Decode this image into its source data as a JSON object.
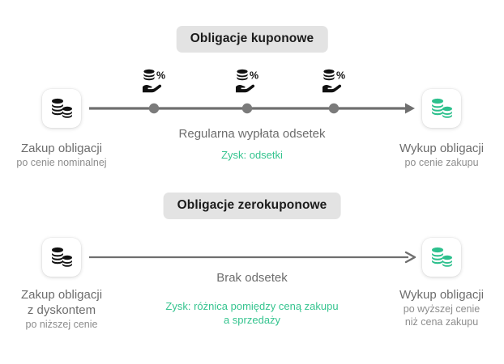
{
  "sections": [
    {
      "badge": "Obligacje kuponowe",
      "left": {
        "title": "Zakup obligacji",
        "subtitle": "po cenie nominalnej"
      },
      "right": {
        "title": "Wykup obligacji",
        "subtitle": "po cenie zakupu"
      },
      "center": {
        "caption": "Regularna wypłata odsetek",
        "profit": "Zysk: odsetki"
      },
      "milestones": [
        "interest-payment",
        "interest-payment",
        "interest-payment"
      ]
    },
    {
      "badge": "Obligacje zerokuponowe",
      "left": {
        "title": "Zakup obligacji",
        "title2": "z dyskontem",
        "subtitle": "po niższej cenie"
      },
      "right": {
        "title": "Wykup obligacji",
        "subtitle": "po wyższej cenie",
        "subtitle2": "niż cena zakupu"
      },
      "center": {
        "caption": "Brak odsetek",
        "profit_line1": "Zysk: różnica pomiędzy ceną zakupu",
        "profit_line2": "a sprzedaży"
      },
      "milestones": []
    }
  ],
  "icons": {
    "coins_dark": "coin-stack-icon",
    "coins_green": "coin-stack-green-icon",
    "interest": "coins-hand-percent-icon",
    "arrow": "arrow-right-icon"
  },
  "colors": {
    "badge_bg": "#e3e3e3",
    "badge_text": "#1b1b1b",
    "text_main": "#6d6d6d",
    "text_sub": "#8d8d8d",
    "green": "#35c48f",
    "axis": "#6f6f6f",
    "coin_dark": "#111111"
  }
}
